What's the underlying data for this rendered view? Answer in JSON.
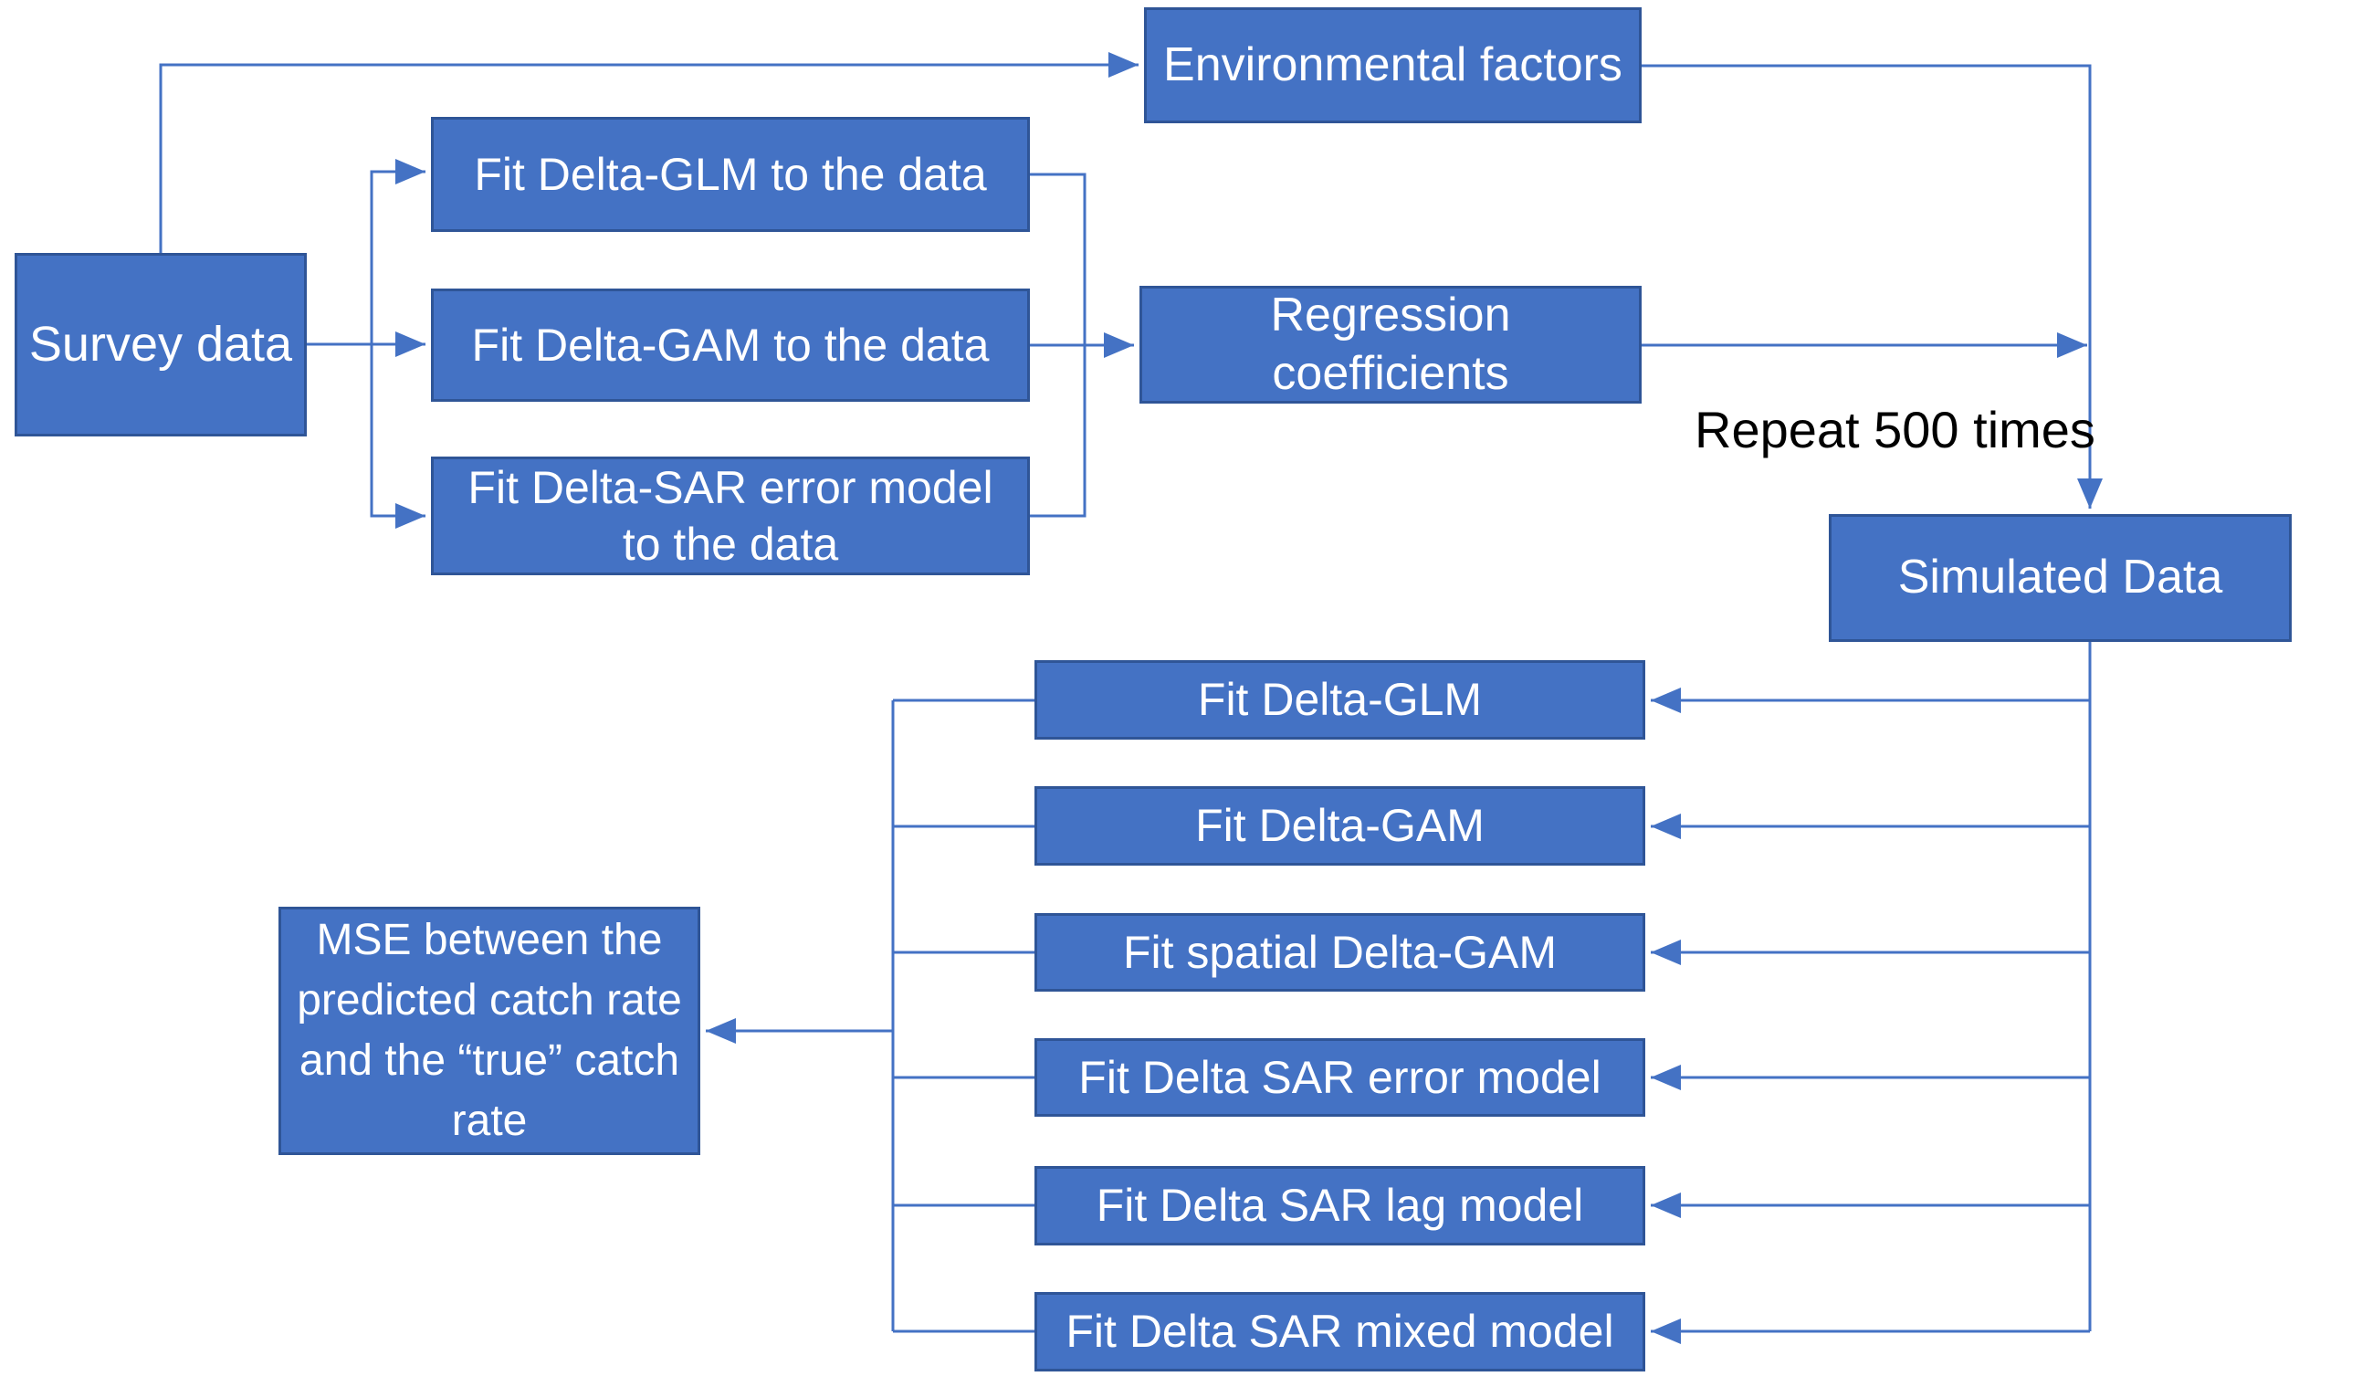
{
  "diagram": {
    "type": "flowchart",
    "colors": {
      "box_fill": "#4472C4",
      "box_border": "#2F5597",
      "box_text": "#ffffff",
      "connector": "#4472C4",
      "annotation_text": "#000000",
      "background": "#ffffff"
    },
    "nodes": {
      "survey": {
        "label": "Survey data"
      },
      "env": {
        "label": "Environmental factors"
      },
      "glm_top": {
        "label": "Fit Delta-GLM to the data"
      },
      "gam_top": {
        "label": "Fit Delta-GAM to the data"
      },
      "sar_top": {
        "label": "Fit Delta-SAR error model to the data"
      },
      "regression": {
        "label": "Regression coefficients"
      },
      "simulated": {
        "label": "Simulated Data"
      },
      "fit_glm": {
        "label": "Fit Delta-GLM"
      },
      "fit_gam": {
        "label": "Fit Delta-GAM"
      },
      "fit_sgam": {
        "label": "Fit spatial Delta-GAM"
      },
      "fit_sar_err": {
        "label": "Fit Delta SAR error model"
      },
      "fit_sar_lag": {
        "label": "Fit Delta SAR lag model"
      },
      "fit_sar_mix": {
        "label": "Fit Delta SAR mixed model"
      },
      "mse": {
        "label": "MSE between the predicted catch rate and the “true” catch rate"
      }
    },
    "annotation": {
      "repeat_label": "Repeat 500 times"
    },
    "edges": [
      {
        "from": "Survey data",
        "to": "Environmental factors"
      },
      {
        "from": "Survey data",
        "to": "Fit Delta-GLM to the data"
      },
      {
        "from": "Survey data",
        "to": "Fit Delta-GAM to the data"
      },
      {
        "from": "Survey data",
        "to": "Fit Delta-SAR error model to the data"
      },
      {
        "from": "Fit Delta-GLM to the data",
        "to": "Regression coefficients"
      },
      {
        "from": "Fit Delta-GAM to the data",
        "to": "Regression coefficients"
      },
      {
        "from": "Fit Delta-SAR error model to the data",
        "to": "Regression coefficients"
      },
      {
        "from": "Environmental factors",
        "to": "Simulated Data",
        "label": "Repeat 500 times"
      },
      {
        "from": "Regression coefficients",
        "to": "Simulated Data",
        "label": "Repeat 500 times"
      },
      {
        "from": "Simulated Data",
        "to": "Fit Delta-GLM"
      },
      {
        "from": "Simulated Data",
        "to": "Fit Delta-GAM"
      },
      {
        "from": "Simulated Data",
        "to": "Fit spatial Delta-GAM"
      },
      {
        "from": "Simulated Data",
        "to": "Fit Delta SAR error model"
      },
      {
        "from": "Simulated Data",
        "to": "Fit Delta SAR lag model"
      },
      {
        "from": "Simulated Data",
        "to": "Fit Delta SAR mixed model"
      },
      {
        "from": "Fit Delta-GLM",
        "to": "MSE between the predicted catch rate and the “true” catch rate"
      },
      {
        "from": "Fit Delta-GAM",
        "to": "MSE between the predicted catch rate and the “true” catch rate"
      },
      {
        "from": "Fit spatial Delta-GAM",
        "to": "MSE between the predicted catch rate and the “true” catch rate"
      },
      {
        "from": "Fit Delta SAR error model",
        "to": "MSE between the predicted catch rate and the “true” catch rate"
      },
      {
        "from": "Fit Delta SAR lag model",
        "to": "MSE between the predicted catch rate and the “true” catch rate"
      },
      {
        "from": "Fit Delta SAR mixed model",
        "to": "MSE between the predicted catch rate and the “true” catch rate"
      }
    ]
  }
}
